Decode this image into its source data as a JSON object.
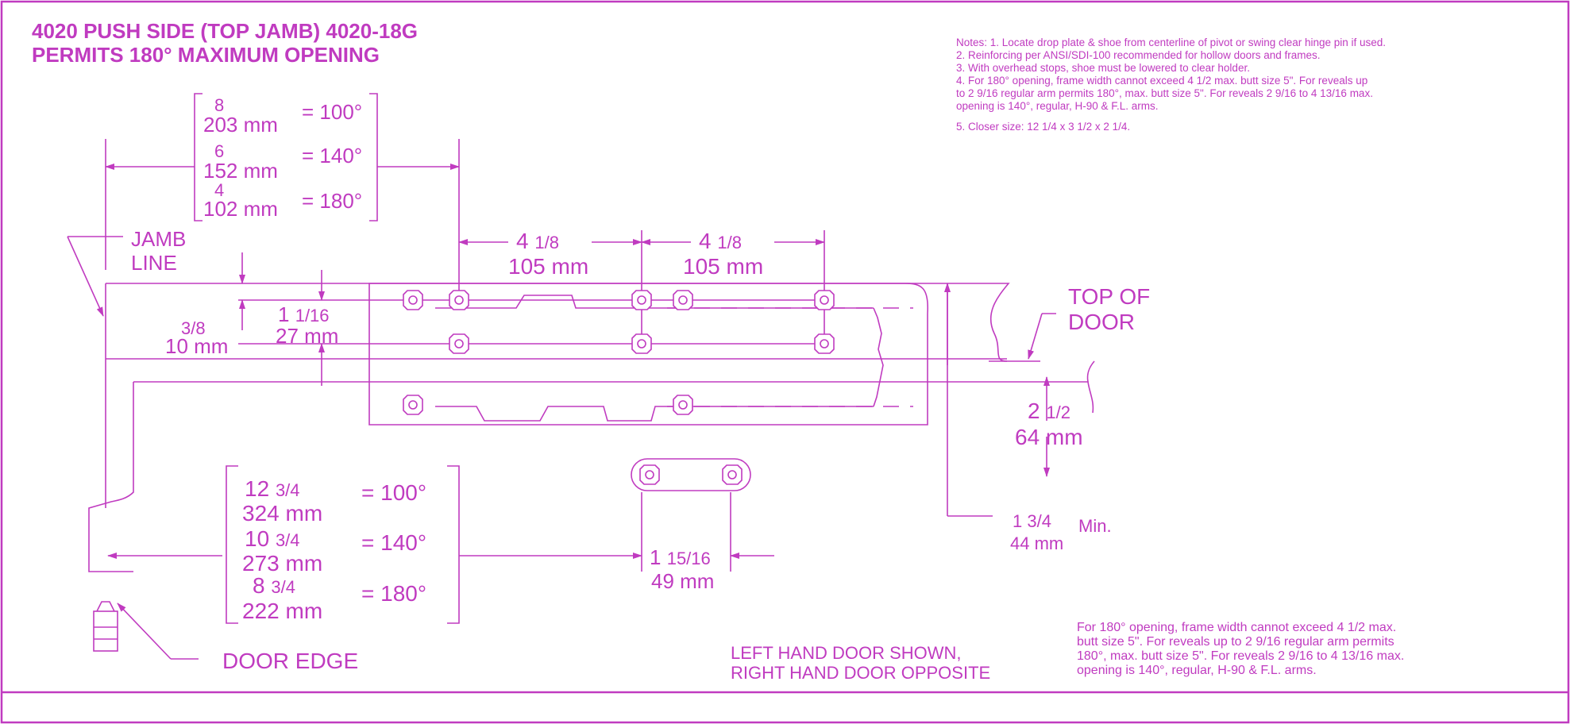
{
  "colors": {
    "line": "#c03bc0",
    "background": "#ffffff"
  },
  "title": {
    "line1": "4020 PUSH SIDE (TOP JAMB) 4020-18G",
    "line2": "PERMITS 180° MAXIMUM OPENING"
  },
  "notes": [
    "Notes:  1. Locate drop plate & shoe from centerline of pivot or swing clear hinge pin if used.",
    "2.  Reinforcing per ANSI/SDI-100 recommended for hollow doors and frames.",
    "3. With overhead stops, shoe must be lowered to clear holder.",
    "4. For 180° opening, frame width cannot exceed 4 1/2 max. butt size 5\".  For reveals up",
    " to 2 9/16 regular arm permits 180°, max. butt size 5\". For reveals 2 9/16 to 4 13/16 max.",
    "opening is 140°, regular, H-90 & F.L. arms.",
    "5. Closer size: 12 1/4 x 3 1/2 x 2 1/4."
  ],
  "top_table": {
    "rows": [
      {
        "inch": "8",
        "mm": "203 mm",
        "angle": "= 100°"
      },
      {
        "inch": "6",
        "mm": "152 mm",
        "angle": "= 140°"
      },
      {
        "inch": "4",
        "mm": "102 mm",
        "angle": "= 180°"
      }
    ]
  },
  "bottom_table": {
    "rows": [
      {
        "inch": "12",
        "frac": "3/4",
        "mm": "324 mm",
        "angle": "= 100°"
      },
      {
        "inch": "10",
        "frac": "3/4",
        "mm": "273 mm",
        "angle": "= 140°"
      },
      {
        "inch": "8",
        "frac": "3/4",
        "mm": "222 mm",
        "angle": "= 180°"
      }
    ]
  },
  "labels": {
    "jamb_line_1": "JAMB",
    "jamb_line_2": "LINE",
    "top_of_door_1": "TOP OF",
    "top_of_door_2": "DOOR",
    "door_edge": "DOOR EDGE",
    "hand_1": "LEFT HAND DOOR SHOWN,",
    "hand_2": "RIGHT HAND DOOR OPPOSITE"
  },
  "dims": {
    "d1_in": "4",
    "d1_frac": "1/8",
    "d1_mm": "105 mm",
    "d2_in": "4",
    "d2_frac": "1/8",
    "d2_mm": "105 mm",
    "d3_in": "3/8",
    "d3_mm": "10 mm",
    "d4_in": "1",
    "d4_frac": "1/16",
    "d4_mm": "27 mm",
    "d5_in": "2",
    "d5_frac": "1/2",
    "d5_mm": "64 mm",
    "d6_in": "1",
    "d6_frac": "3/4",
    "d6_min": "Min.",
    "d6_mm": "44 mm",
    "d7_in": "1",
    "d7_frac": "15/16",
    "d7_mm": "49 mm"
  },
  "footnote": [
    "For 180° opening, frame width cannot exceed 4 1/2 max.",
    "butt size 5\".  For reveals up to 2 9/16 regular arm permits",
    "180°, max. butt size 5\". For reveals 2 9/16 to 4 13/16 max.",
    "opening is 140°, regular, H-90 & F.L. arms."
  ]
}
